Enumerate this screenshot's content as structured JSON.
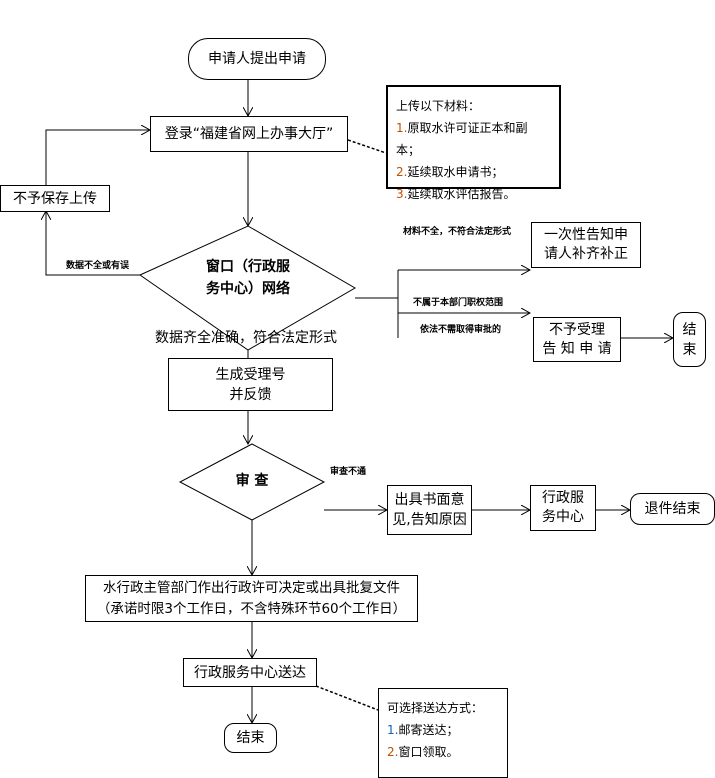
{
  "nodes": {
    "start": "申请人提出申请",
    "login": "登录“福建省网上办事大厅”",
    "reject_save": "不予保存上传",
    "window_review": [
      "窗口（行政服",
      "务中心）网络"
    ],
    "notify_once": [
      "一次性告知申",
      "请人补齐补正"
    ],
    "reject_accept": [
      "不予受理",
      "告 知 申 请"
    ],
    "end_right": [
      "结",
      "束"
    ],
    "generate_number": [
      "生成受理号",
      "并反馈"
    ],
    "review": "审 查",
    "written_opinion": [
      "出具书面意",
      "见,告知原因"
    ],
    "service_center": [
      "行政服",
      "务中心"
    ],
    "return_end": "退件结束",
    "decision": [
      "水行政主管部门作出行政许可决定或出具批复文件",
      "（承诺时限3个工作日，不含特殊环节60个工作日）"
    ],
    "delivery": "行政服务中心送达",
    "end_bottom": "结束"
  },
  "labels": {
    "data_incomplete": "数据不全或有误",
    "materials_incomplete": "材料不全，不符合法定形式",
    "not_in_scope": "不属于本部门职权范围",
    "no_approval_needed": "依法不需取得审批的",
    "data_complete": "数据齐全准确，符合法定形式",
    "review_failed": "审查不通"
  },
  "notes": {
    "upload": {
      "title": "上传以下材料：",
      "items": [
        {
          "num": "1.",
          "text": "原取水许可证正本和副本；"
        },
        {
          "num": "2.",
          "text": "延续取水申请书；"
        },
        {
          "num": "3.",
          "text": "延续取水评估报告。"
        }
      ]
    },
    "delivery_methods": {
      "title": "可选择送达方式：",
      "items": [
        {
          "num": "1.",
          "text": "邮寄送达；"
        },
        {
          "num": "2.",
          "text": "窗口领取。"
        }
      ]
    }
  }
}
